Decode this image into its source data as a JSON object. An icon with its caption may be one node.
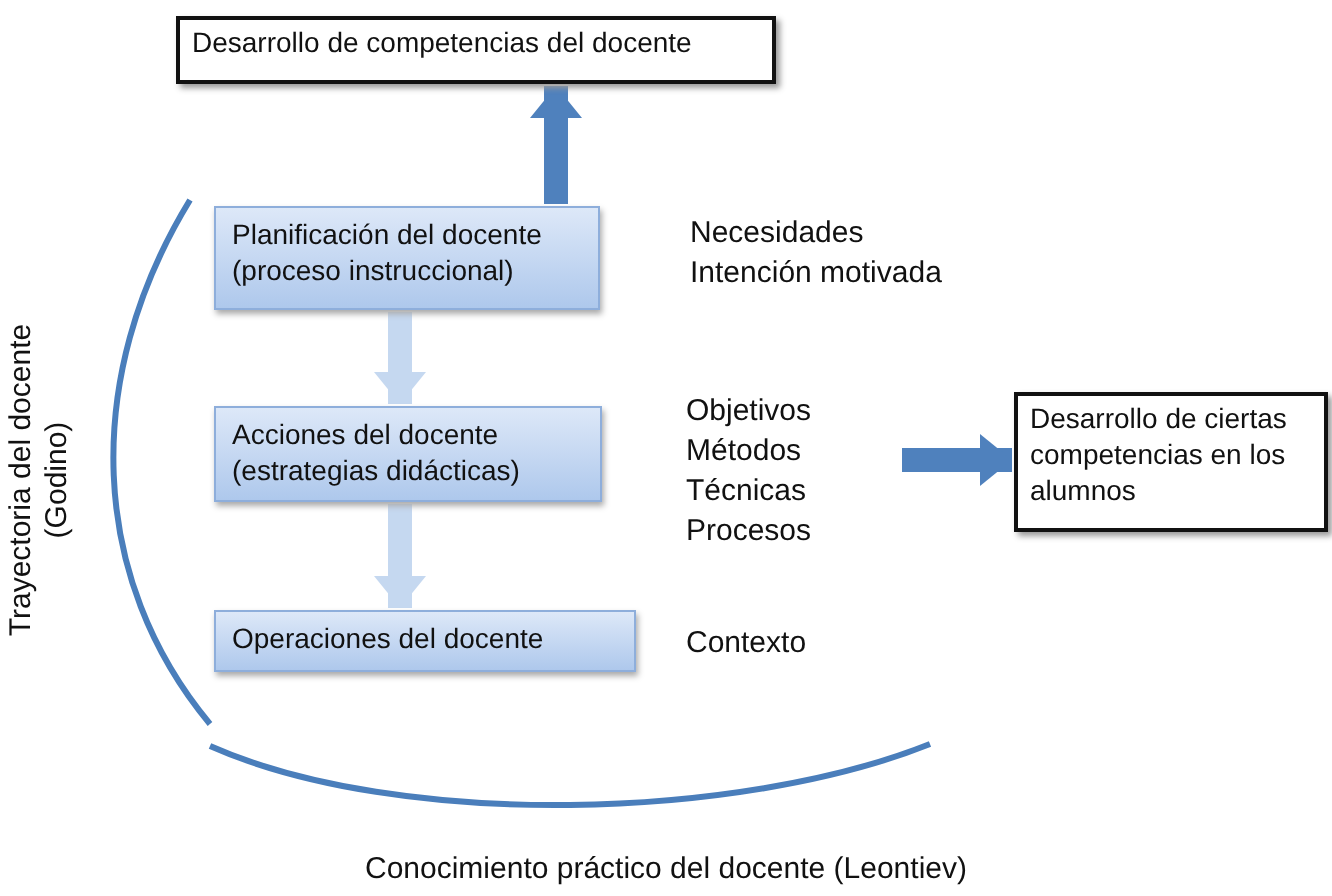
{
  "diagram": {
    "nodes": [
      {
        "text": [
          "Desarrollo de competencias del docente"
        ]
      },
      {
        "text": [
          "Planificación del docente (proceso instruccional)"
        ]
      },
      {
        "text": [
          "Acciones del docente (estrategias didácticas)"
        ]
      },
      {
        "text": [
          "Operaciones del docente"
        ]
      },
      {
        "text": [
          "Desarrollo de ciertas competencias en los alumnos"
        ]
      }
    ],
    "edges": [
      {
        "from": 1,
        "to": 0,
        "arrow": "to"
      },
      {
        "from": 1,
        "to": 2,
        "arrow": "to",
        "color": "#c5d8f0"
      },
      {
        "from": 2,
        "to": 3,
        "arrow": "to",
        "color": "#c5d8f0"
      },
      {
        "from": null,
        "to": 4,
        "arrow": "to"
      }
    ],
    "labels": [
      "Necesidades",
      "Intención motivada",
      "Objetivos",
      "Métodos",
      "Técnicas",
      "Procesos",
      "Contexto",
      "Trayectoria del docente (Godino)",
      "Conocimiento práctico del docente (Leontiev)"
    ]
  }
}
